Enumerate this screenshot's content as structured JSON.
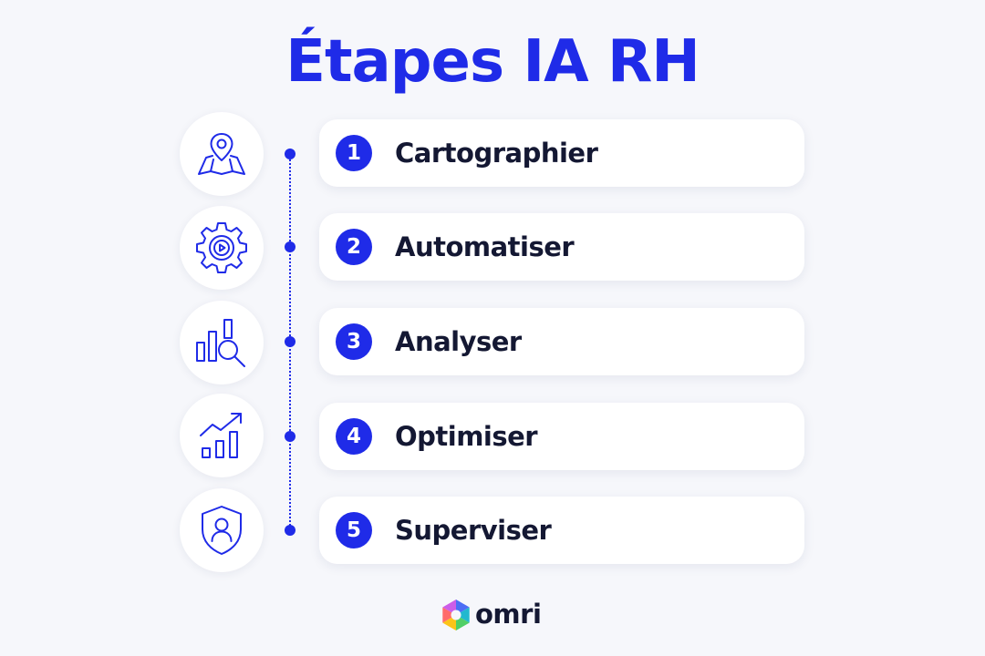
{
  "title": "Étapes IA RH",
  "accent_color": "#1f2be8",
  "text_color": "#141833",
  "steps": [
    {
      "number": "1",
      "label": "Cartographier",
      "icon": "map-pin-icon"
    },
    {
      "number": "2",
      "label": "Automatiser",
      "icon": "gear-play-icon"
    },
    {
      "number": "3",
      "label": "Analyser",
      "icon": "chart-magnifier-icon"
    },
    {
      "number": "4",
      "label": "Optimiser",
      "icon": "growth-chart-icon"
    },
    {
      "number": "5",
      "label": "Superviser",
      "icon": "shield-user-icon"
    }
  ],
  "brand": {
    "name": "omri",
    "icon": "omri-logo-icon"
  }
}
